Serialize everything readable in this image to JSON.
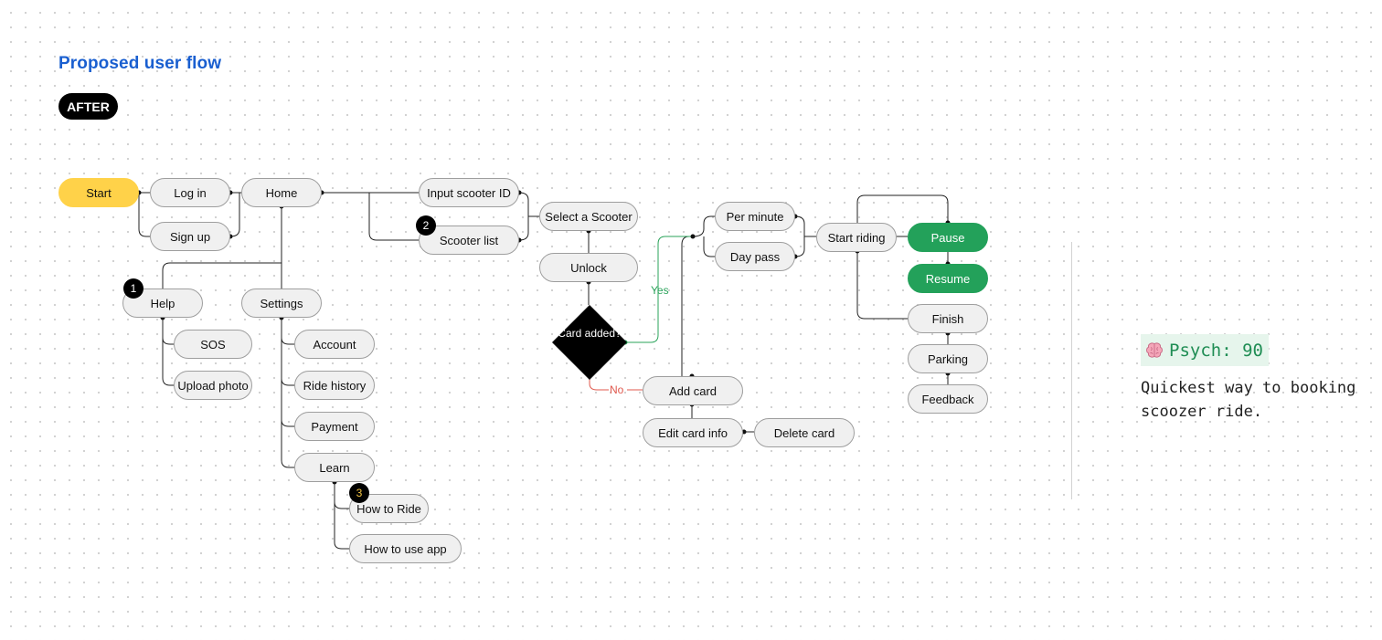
{
  "title": "Proposed user flow",
  "badge": "AFTER",
  "nodes": {
    "start": "Start",
    "login": "Log in",
    "signup": "Sign up",
    "home": "Home",
    "help": "Help",
    "settings": "Settings",
    "sos": "SOS",
    "upload_photo": "Upload photo",
    "account": "Account",
    "ride_history": "Ride history",
    "payment": "Payment",
    "learn": "Learn",
    "how_to_ride": "How to Ride",
    "how_to_use_app": "How to use app",
    "input_scooter_id": "Input scooter ID",
    "scooter_list": "Scooter list",
    "select_scooter": "Select a Scooter",
    "unlock": "Unlock",
    "card_added": "Card added?",
    "add_card": "Add card",
    "edit_card_info": "Edit card info",
    "delete_card": "Delete card",
    "per_minute": "Per minute",
    "day_pass": "Day pass",
    "start_riding": "Start riding",
    "pause": "Pause",
    "resume": "Resume",
    "finish": "Finish",
    "parking": "Parking",
    "feedback": "Feedback"
  },
  "steps": {
    "one": "1",
    "two": "2",
    "three": "3"
  },
  "edges": {
    "yes": "Yes",
    "no": "No"
  },
  "colors": {
    "start": "#ffd249",
    "active": "#23a15a",
    "yes": "#2aa35a",
    "no": "#e0584d",
    "title": "#1a5fd0"
  },
  "note": {
    "icon": "brain-icon",
    "score": "Psych: 90",
    "description": "Quickest way to booking scoozer ride."
  }
}
